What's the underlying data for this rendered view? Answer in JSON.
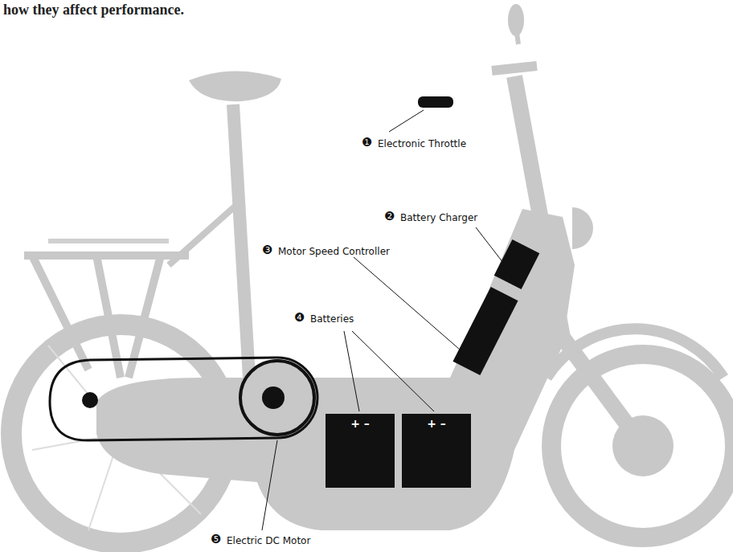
{
  "diagram": {
    "nodes": [
      {
        "text": [
          "+ –"
        ]
      },
      {
        "text": [
          "+ –"
        ]
      }
    ],
    "labels": [
      "how they affect performance.",
      "❶",
      "Electronic Throttle",
      "❷",
      "Battery Charger",
      "❸",
      "Motor Speed Controller",
      "❹",
      "Batteries",
      "❺",
      "Electric DC Motor"
    ]
  }
}
